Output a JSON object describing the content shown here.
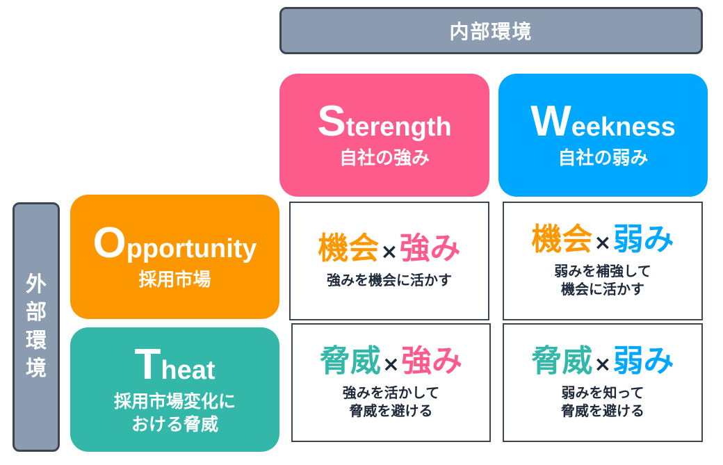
{
  "internal_label": "内部環境",
  "external_label": [
    "外",
    "部",
    "環",
    "境"
  ],
  "colors": {
    "strength": "#fd5b8c",
    "weakness": "#00a7ff",
    "opportunity": "#fd9700",
    "threat": "#32b7a8",
    "label_bg": "#8b9cb1",
    "border": "#3d4452"
  },
  "strength": {
    "initial": "S",
    "rest": "terength",
    "sub": "自社の強み"
  },
  "weakness": {
    "initial": "W",
    "rest": "eekness",
    "sub": "自社の弱み"
  },
  "opportunity": {
    "initial": "O",
    "rest": "pportunity",
    "sub": "採用市場"
  },
  "threat": {
    "initial": "T",
    "rest": "heat",
    "sub_line1": "採用市場変化に",
    "sub_line2": "おける脅威"
  },
  "cells": {
    "so": {
      "left": "機会",
      "x": "×",
      "right": "強み",
      "desc_line1": "強みを機会に活かす"
    },
    "wo": {
      "left": "機会",
      "x": "×",
      "right": "弱み",
      "desc_line1": "弱みを補強して",
      "desc_line2": "機会に活かす"
    },
    "st": {
      "left": "脅威",
      "x": "×",
      "right": "強み",
      "desc_line1": "強みを活かして",
      "desc_line2": "脅威を避ける"
    },
    "wt": {
      "left": "脅威",
      "x": "×",
      "right": "弱み",
      "desc_line1": "弱みを知って",
      "desc_line2": "脅威を避ける"
    }
  }
}
